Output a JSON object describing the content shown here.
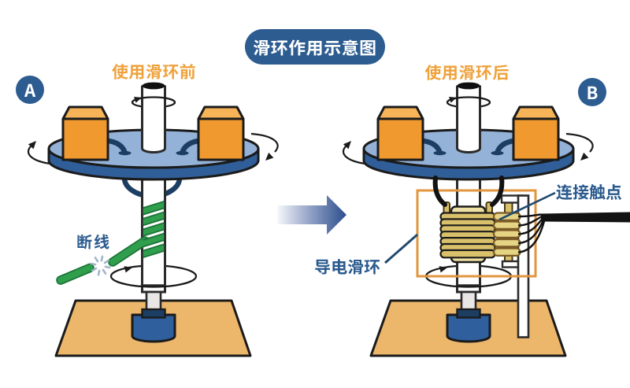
{
  "title_badge": {
    "text": "滑环作用示意图"
  },
  "diagrams": {
    "before": {
      "marker": "A",
      "caption": "使用滑环前",
      "annotations": {
        "broken_wire": "断线"
      }
    },
    "after": {
      "marker": "B",
      "caption": "使用滑环后",
      "annotations": {
        "slip_ring": "导电滑环",
        "contacts": "连接触点"
      }
    }
  },
  "colors": {
    "badge_background": "#2d5c90",
    "caption_orange": "#efa23c",
    "annotation_blue": "#2b5b8e",
    "disc_blue_top": "#92b4de",
    "disc_blue_rim": "#33639f",
    "box_orange": "#f0992e",
    "wire_green": "#2f9e4d",
    "base_tan": "#edb76b",
    "slip_ring_gold": "#dcc473",
    "highlight_frame_orange": "#e2963f"
  },
  "icons": [
    "rotation-arrow-icon",
    "transition-arrow-icon",
    "break-spark-icon"
  ]
}
